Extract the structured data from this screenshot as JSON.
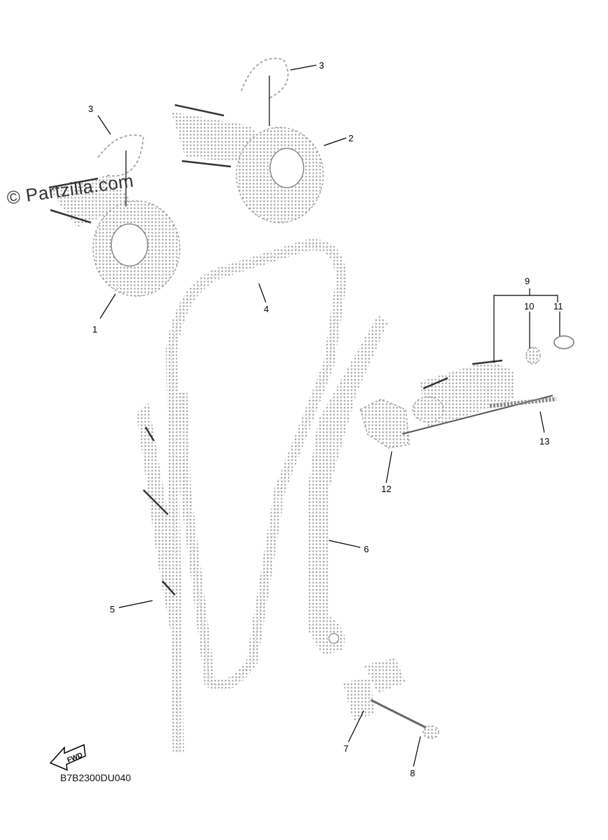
{
  "diagram": {
    "watermark": "© Partzilla.com",
    "drawing_code": "B7B2300DU040",
    "fwd_label": "FWD",
    "callouts": [
      {
        "id": "c1",
        "label": "1"
      },
      {
        "id": "c2",
        "label": "2"
      },
      {
        "id": "c3a",
        "label": "3"
      },
      {
        "id": "c3b",
        "label": "3"
      },
      {
        "id": "c4",
        "label": "4"
      },
      {
        "id": "c5",
        "label": "5"
      },
      {
        "id": "c6",
        "label": "6"
      },
      {
        "id": "c7",
        "label": "7"
      },
      {
        "id": "c8",
        "label": "8"
      },
      {
        "id": "c9",
        "label": "9"
      },
      {
        "id": "c10",
        "label": "10"
      },
      {
        "id": "c11",
        "label": "11"
      },
      {
        "id": "c12",
        "label": "12"
      },
      {
        "id": "c13",
        "label": "13"
      }
    ]
  }
}
